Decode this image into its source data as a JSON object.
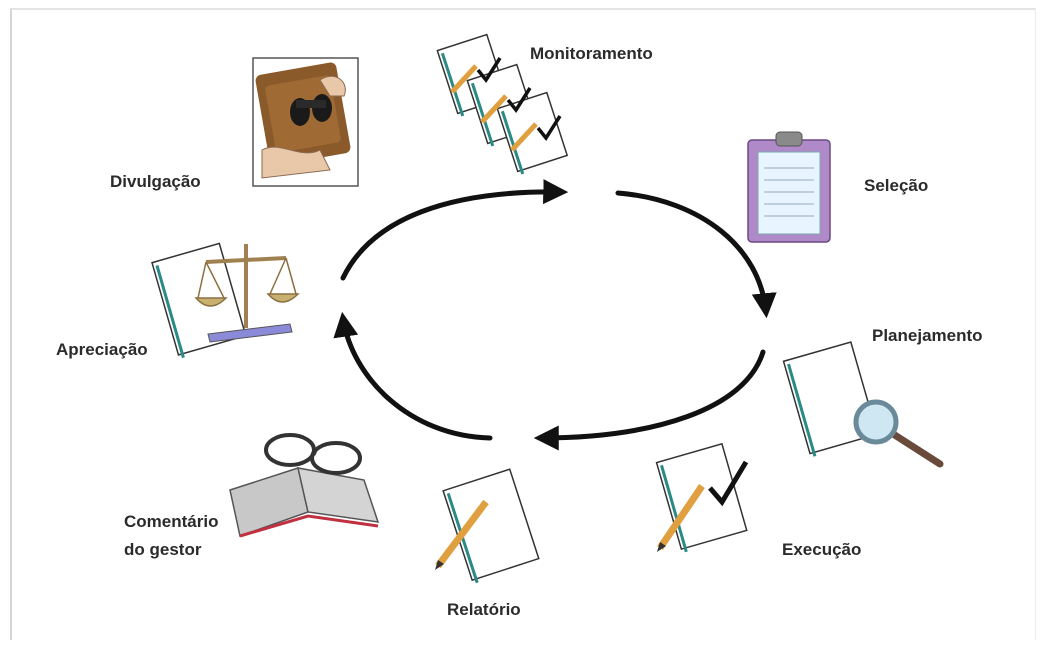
{
  "stages": {
    "monitoramento": "Monitoramento",
    "selecao": "Seleção",
    "planejamento": "Planejamento",
    "execucao": "Execução",
    "relatorio": "Relatório",
    "comentario_line1": "Comentário",
    "comentario_line2": "do gestor",
    "apreciacao": "Apreciação",
    "divulgacao": "Divulgação"
  },
  "icons": {
    "monitoramento": "checklist-pages-icon",
    "selecao": "clipboard-icon",
    "planejamento": "document-magnifier-icon",
    "execucao": "document-check-pencil-icon",
    "relatorio": "document-pencil-icon",
    "comentario": "book-glasses-icon",
    "apreciacao": "scales-icon",
    "divulgacao": "binoculars-photo-icon"
  },
  "colors": {
    "arrow": "#111111",
    "label": "#2b2b2b",
    "pencil": "#e0a040",
    "page_edge": "#2a8a86"
  }
}
